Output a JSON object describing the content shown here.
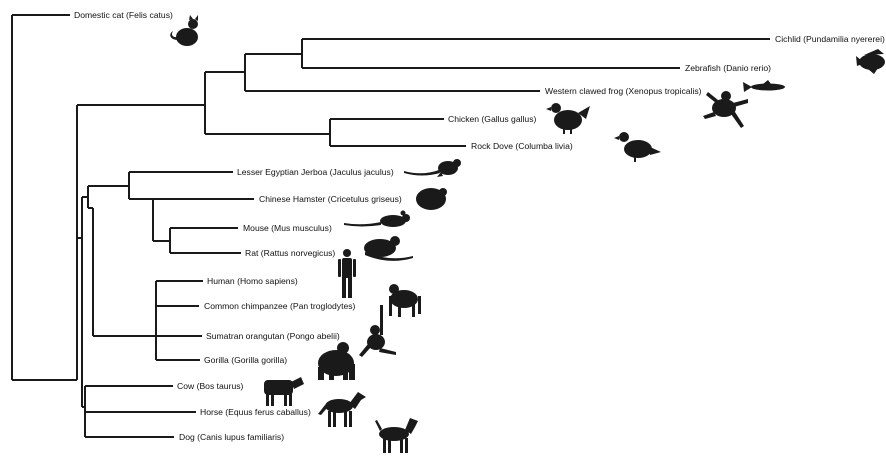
{
  "tree": {
    "taxa": [
      {
        "id": "cat",
        "label": "Domestic cat (Felis catus)",
        "icon": "cat-silhouette-icon"
      },
      {
        "id": "cichlid",
        "label": "Cichlid (Pundamilia nyererei)",
        "icon": "cichlid-fish-silhouette-icon"
      },
      {
        "id": "zebrafish",
        "label": "Zebrafish (Danio rerio)",
        "icon": "zebrafish-silhouette-icon"
      },
      {
        "id": "frog",
        "label": "Western clawed frog (Xenopus tropicalis)",
        "icon": "frog-silhouette-icon"
      },
      {
        "id": "chicken",
        "label": "Chicken (Gallus gallus)",
        "icon": "chicken-silhouette-icon"
      },
      {
        "id": "dove",
        "label": "Rock Dove (Columba livia)",
        "icon": "dove-silhouette-icon"
      },
      {
        "id": "jerboa",
        "label": "Lesser Egyptian Jerboa (Jaculus jaculus)",
        "icon": "jerboa-silhouette-icon"
      },
      {
        "id": "hamster",
        "label": "Chinese Hamster (Cricetulus griseus)",
        "icon": "hamster-silhouette-icon"
      },
      {
        "id": "mouse",
        "label": "Mouse (Mus musculus)",
        "icon": "mouse-silhouette-icon"
      },
      {
        "id": "rat",
        "label": "Rat (Rattus norvegicus)",
        "icon": "rat-silhouette-icon"
      },
      {
        "id": "human",
        "label": "Human (Homo sapiens)",
        "icon": "human-silhouette-icon"
      },
      {
        "id": "chimp",
        "label": "Common chimpanzee (Pan troglodytes)",
        "icon": "chimpanzee-silhouette-icon"
      },
      {
        "id": "orangutan",
        "label": "Sumatran orangutan (Pongo abelii)",
        "icon": "orangutan-silhouette-icon"
      },
      {
        "id": "gorilla",
        "label": "Gorilla (Gorilla gorilla)",
        "icon": "gorilla-silhouette-icon"
      },
      {
        "id": "cow",
        "label": "Cow (Bos taurus)",
        "icon": "cow-silhouette-icon"
      },
      {
        "id": "horse",
        "label": "Horse (Equus ferus caballus)",
        "icon": "horse-silhouette-icon"
      },
      {
        "id": "dog",
        "label": "Dog (Canis lupus familiaris)",
        "icon": "dog-silhouette-icon"
      }
    ]
  }
}
